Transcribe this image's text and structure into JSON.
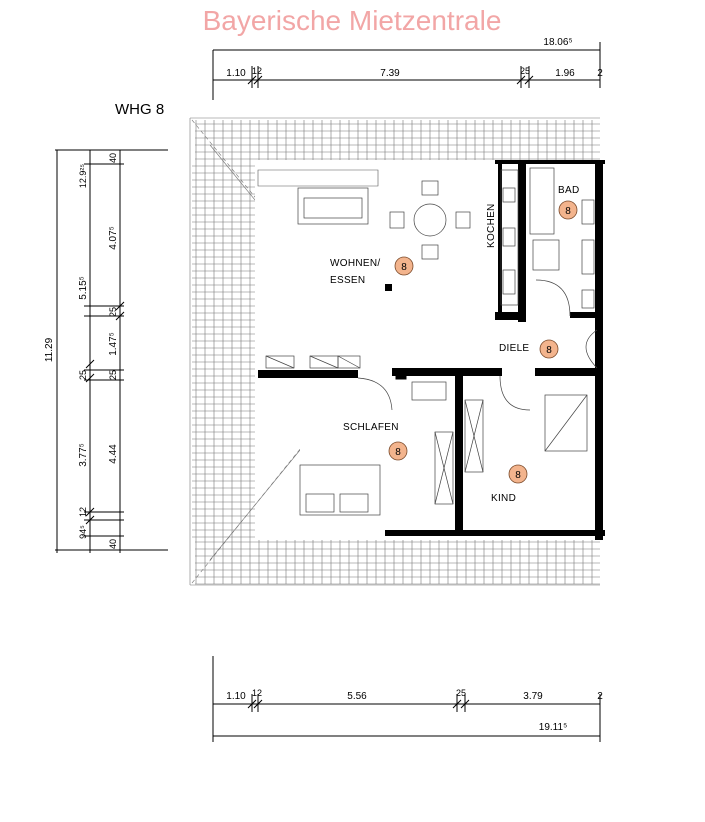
{
  "watermark": "Bayerische Mietzentrale",
  "unit_label": "WHG 8",
  "rooms": {
    "wohnen_line1": "WOHNEN/",
    "wohnen_line2": "ESSEN",
    "kochen": "KOCHEN",
    "bad": "BAD",
    "diele": "DIELE",
    "schlafen": "SCHLAFEN",
    "kind": "KIND"
  },
  "badges": [
    "8",
    "8",
    "8",
    "8",
    "8"
  ],
  "dimensions": {
    "top_total": "18.06⁵",
    "top_segments": [
      "1.10",
      "12",
      "7.39",
      "25",
      "1.96",
      "2"
    ],
    "bottom_total": "19.11⁵",
    "bottom_segments": [
      "1.10",
      "12",
      "5.56",
      "25",
      "3.79",
      "2"
    ],
    "left_total": "11.29",
    "left_outer": [
      "12.9²⁵",
      "5.15⁵",
      "25",
      "3.77⁵",
      "94⁵",
      "12"
    ],
    "left_inner": [
      "40",
      "4.07⁵",
      "25",
      "1.47⁵",
      "25",
      "4.44",
      "40"
    ]
  }
}
